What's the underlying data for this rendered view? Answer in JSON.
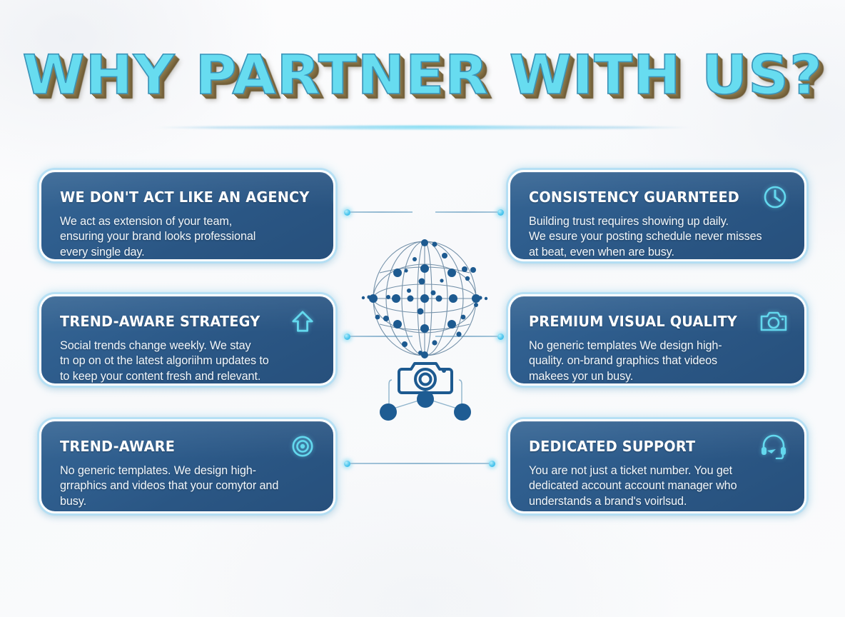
{
  "header": {
    "title": "WHY PARTNER WITH US?",
    "title_color": "#67dcf0",
    "shadow_color": "#7d6a40",
    "divider_color": "#58d0ee"
  },
  "theme": {
    "background": "#fbfbfc",
    "card_fill": "#2f5e8e",
    "card_glow": "#b0def4",
    "icon_color": "#63d8ee",
    "connector_color": "#9fc2d8",
    "connector_dot": "#4ec6ee",
    "globe_color": "#1d5a90"
  },
  "cards": [
    {
      "id": "we-dont-act-like-an-agency",
      "title": "WE DON'T ACT LIKE AN AGENCY",
      "body": "We act as extension of your team,\nensuring your brand looks professional\nevery single day.",
      "icon": "handshake-icon",
      "column": "left",
      "row": 1
    },
    {
      "id": "consistency-guarnteed",
      "title": "CONSISTENCY GUARNTEED",
      "body": "Building trust requires showing up daily.\nWe esure your posting schedule never misses\nat beat, even when are busy.",
      "icon": "clock-icon",
      "column": "right",
      "row": 1
    },
    {
      "id": "trend-aware-strategy",
      "title": "TREND-AWARE STRATEGY",
      "body": "Social trends change weekly. We stay\ntn op on ot the latest algoriihm updates to\nto keep your content fresh and relevant.",
      "icon": "up-arrow-icon",
      "column": "left",
      "row": 2
    },
    {
      "id": "premium-visual-quality",
      "title": "PREMIUM VISUAL QUALITY",
      "body": "No generic templates We design high-\nquality. on-brand graphics that videos\nmakees yor un busy.",
      "icon": "camera-icon",
      "column": "right",
      "row": 2
    },
    {
      "id": "trend-aware",
      "title": "TREND-AWARE",
      "body": "No generic templates. We design high-\ngrraphics and videos that your comytor and\nbusy.",
      "icon": "target-icon",
      "column": "left",
      "row": 3
    },
    {
      "id": "dedicated-support",
      "title": "DEDICATED SUPPORT",
      "body": "You are not just a ticket number. You get\ndedicated account account manager who\nunderstands a brand's voirlsud.",
      "icon": "headset-icon",
      "column": "right",
      "row": 3
    }
  ],
  "center": {
    "globe_icon": "network-globe-icon",
    "camera_node_icon": "camera-network-icon"
  }
}
